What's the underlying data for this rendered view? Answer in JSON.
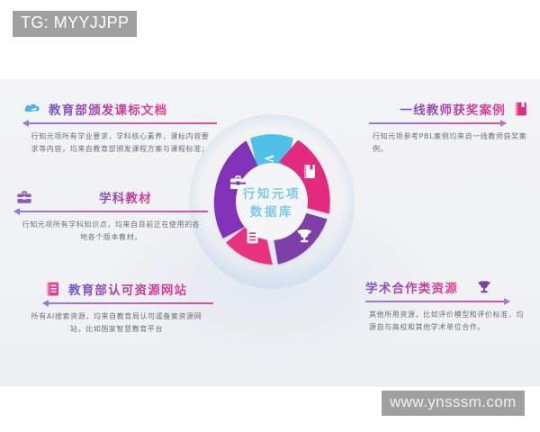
{
  "watermarks": {
    "top_tag": "TG: MYYJJPP",
    "bottom_tag": "www.ynsssm.com"
  },
  "hub": {
    "line1": "行知元项",
    "line2": "数据库",
    "color": "#7dc9ee"
  },
  "labels": [
    {
      "key": "standards",
      "title": "教育部颁发课标文档",
      "body": "行知元项所有学业要求，学科核心素养，课标内容要求等内容，均来自教育部颁发课程方案与课程标准；",
      "icon": "cloud-upload-icon",
      "icon_color": "#4fb3e8",
      "side": "left"
    },
    {
      "key": "textbook",
      "title": "学科教材",
      "body": "行知元项所有学科知识点，均来自目前正在使用的各地各个版本教材。",
      "icon": "briefcase-icon",
      "icon_color": "#8d58c4",
      "side": "left"
    },
    {
      "key": "website",
      "title": "教育部认可资源网站",
      "body": "所有AI搜索资源，均来自教育局认可或备案资源网站，比如国家智慧教育平台",
      "icon": "document-icon",
      "icon_color": "#ea3f95",
      "side": "left"
    },
    {
      "key": "teacher",
      "title": "一线教师获奖案例",
      "body": "行知元项参考PBL案例均来自一线教师获奖案例。",
      "icon": "notebook-icon",
      "icon_color": "#e2297f",
      "side": "right"
    },
    {
      "key": "academic",
      "title": "学术合作类资源",
      "body": "其他所用资源，比如评价模型和评价标准，均源自与高校和其他学术单位合作。",
      "icon": "trophy-icon",
      "icon_color": "#7b3fa8",
      "side": "right"
    }
  ],
  "chart_data": {
    "type": "pie",
    "title": "行知元项数据库",
    "subtitle": "",
    "legend_position": "around",
    "categories": [
      "教育部颁发课标文档",
      "一线教师获奖案例",
      "学术合作类资源",
      "教育部认可资源网站",
      "学科教材"
    ],
    "values": [
      20,
      20,
      20,
      20,
      20
    ],
    "colors": [
      "#4fc1e9",
      "#e2297f",
      "#7b3fa8",
      "#e8317f",
      "#8233b8"
    ],
    "segment_icons": [
      "cloud-upload-icon",
      "notebook-icon",
      "trophy-icon",
      "document-icon",
      "briefcase-icon"
    ],
    "inner_radius_ratio": 0.58,
    "xlabel": "",
    "ylabel": ""
  }
}
